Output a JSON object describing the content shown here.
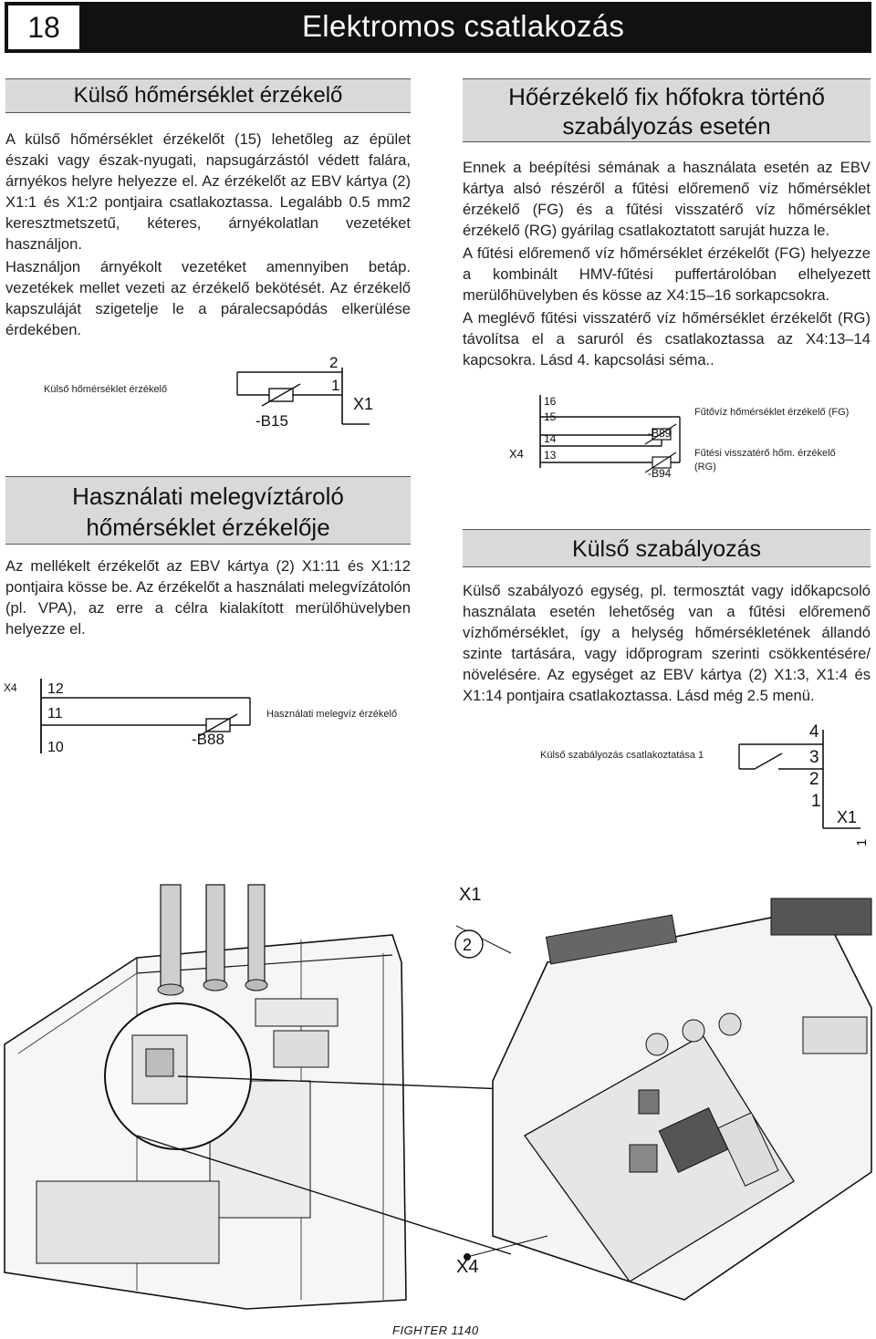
{
  "header": {
    "page_number": "18",
    "title": "Elektromos csatlakozás"
  },
  "left": {
    "s1": {
      "title": "Külső hőmérséklet érzékelő",
      "p1": "A külső hőmérséklet érzékelőt (15) lehetőleg az épület északi vagy észak-nyugati, napsugárzástól védett falára, árnyékos helyre helyezze el. Az érzékelőt az EBV kártya (2) X1:1 és X1:2 pontjaira csatlakoztassa. Legalább 0.5 mm2 keresztmetszetű, kéteres, árnyékolatlan vezetéket használjon.",
      "p2": "Használjon árnyékolt vezetéket amennyiben betáp. vezetékek mellet vezeti az érzékelő bekötését. Az érzékelő kapszuláját szigetelje le a páralecsapódás elkerülése érdekében.",
      "caption": "Külső hőmérséklet érzékelő",
      "diagram": {
        "pin2": "2",
        "pin1": "1",
        "connector": "X1",
        "component": "-B15"
      }
    },
    "s2": {
      "title_l1": "Használati melegvíztároló",
      "title_l2": "hőmérséklet érzékelője",
      "p1": "Az mellékelt érzékelőt az EBV kártya (2) X1:11 és X1:12 pontjaira kösse be. Az érzékelőt a használati melegvízátolón (pl. VPA), az erre a célra kialakított merülőhüvelyben helyezze el.",
      "caption": "Használati melegvíz érzékelő",
      "diagram": {
        "connector": "X4",
        "pin12": "12",
        "pin11": "11",
        "pin10": "10",
        "component": "-B88"
      }
    }
  },
  "right": {
    "s1": {
      "title_l1": "Hőérzékelő fix hőfokra történő",
      "title_l2": "szabályozás esetén",
      "p1": "Ennek a beépítési sémának a használata esetén az EBV kártya alsó részéről a fűtési előremenő víz hőmérséklet érzékelő (FG) és a fűtési visszatérő víz hőmérséklet érzékelő (RG) gyárilag csatlakoztatott saruját huzza le.",
      "p2": "A fűtési előremenő víz hőmérséklet érzékelőt (FG) helyezze a kombinált HMV-fűtési puffertárolóban elhelyezett merülőhüvelyben és kösse az X4:15–16 sorkapcsokra.",
      "p3": "A meglévő fűtési visszatérő víz hőmérséklet érzékelőt (RG) távolítsa el a saruról és csatlakoztassa az X4:13–14 kapcsokra. Lásd 4. kapcsolási séma..",
      "caption1": "Fűtővíz hőmérséklet érzékelő (FG)",
      "caption2_l1": "Fűtési visszatérő hőm. érzékelő",
      "caption2_l2": "(RG)",
      "diagram": {
        "connector": "X4",
        "pin16": "16",
        "pin15": "15",
        "pin14": "14",
        "pin13": "13",
        "comp1": "-B89",
        "comp2": "-B94"
      }
    },
    "s2": {
      "title": "Külső szabályozás",
      "p1": "Külső szabályozó egység, pl. termosztát vagy időkapcsoló használata esetén lehetőség van a fűtési előremenő vízhőmérséklet, így a helység hőmérsékletének állandó szinte tartására, vagy időprogram szerinti csökkentésére/ növelésére. Az egységet az EBV kártya (2) X1:3, X1:4 és X1:14 pontjaira csatlakoztassa. Lásd még 2.5 menü.",
      "caption": "Külső szabályozás csatlakoztatása 1",
      "diagram": {
        "pin4": "4",
        "pin3": "3",
        "pin2": "2",
        "pin1": "1",
        "connector": "X1",
        "marker": "1"
      }
    }
  },
  "illustration": {
    "label_x1": "X1",
    "label_2": "2",
    "label_x4": "X4"
  },
  "footer": {
    "text": "FIGHTER 1140"
  }
}
